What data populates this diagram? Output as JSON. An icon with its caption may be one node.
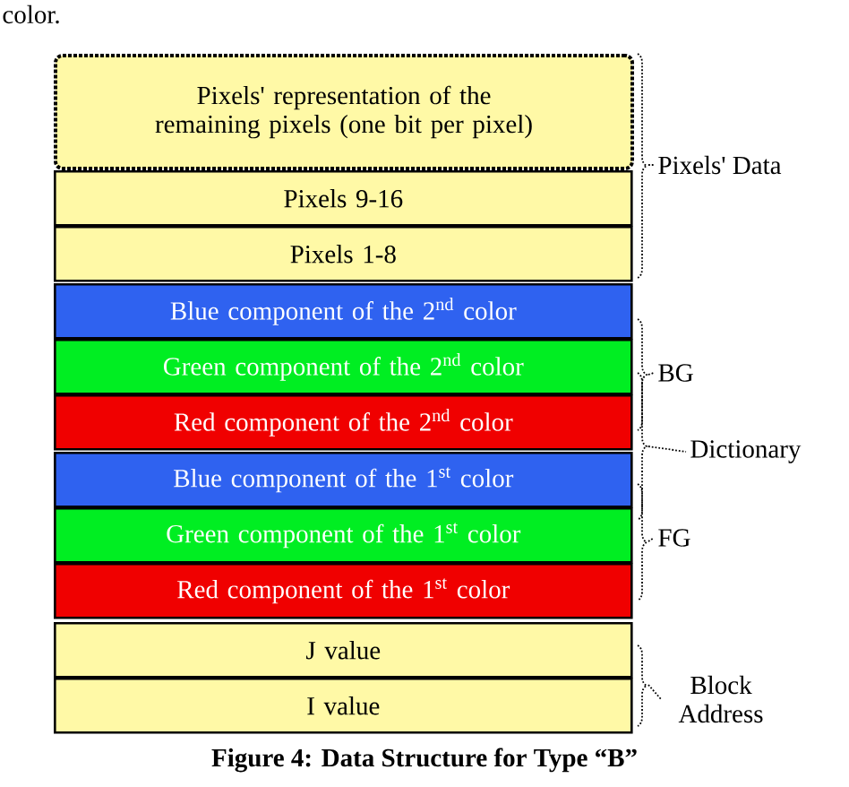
{
  "diagram": {
    "caption": "Figure 4: Data Structure for Type “B”",
    "nodes": [
      {
        "text": [
          "Pixels' representation of the remaining pixels (one bit per pixel)"
        ]
      },
      {
        "text": [
          "Pixels 9-16"
        ]
      },
      {
        "text": [
          "Pixels 1-8"
        ]
      },
      {
        "text": [
          "Blue component of the 2$^{nd}$ color"
        ]
      },
      {
        "text": [
          "Green component of the 2$^{nd}$ color"
        ]
      },
      {
        "text": [
          "Red component of the 2$^{nd}$ color"
        ]
      },
      {
        "text": [
          "Blue component of the 1$^{st}$ color"
        ]
      },
      {
        "text": [
          "Green component of the 1$^{st}$ color"
        ]
      },
      {
        "text": [
          "Red component of the 1$^{st}$ color"
        ]
      },
      {
        "text": [
          "J value"
        ]
      },
      {
        "text": [
          "I value"
        ]
      }
    ],
    "labels": [
      "color.",
      "Pixels' Data",
      "BG",
      "Dictionary",
      "FG",
      "Block Address"
    ]
  }
}
